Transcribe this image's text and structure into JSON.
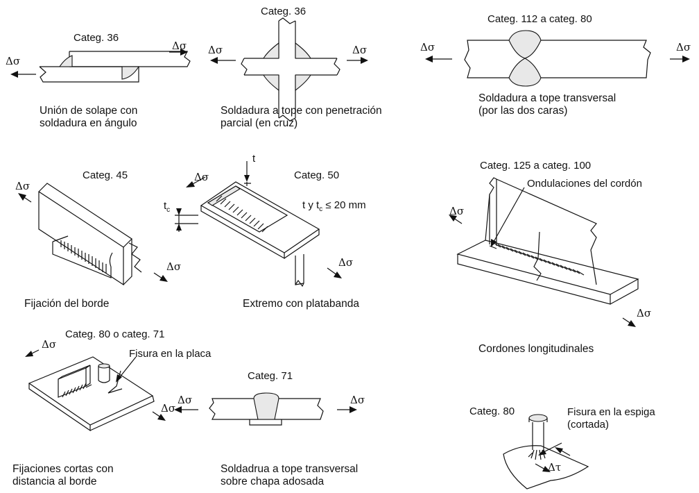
{
  "stress_range_symbol": "Δσ",
  "shear_range_symbol": "Δτ",
  "details": [
    {
      "category": "Categ. 36",
      "caption": [
        "Unión de solape con",
        "soldadura en ángulo"
      ]
    },
    {
      "category": "Categ. 36",
      "caption": [
        "Soldadura a tope con penetración",
        "parcial (en cruz)"
      ]
    },
    {
      "category": "Categ. 112 a categ. 80",
      "caption": [
        "Soldadura a tope transversal",
        "(por las dos caras)"
      ]
    },
    {
      "category": "Categ. 45",
      "caption": [
        "Fijación del borde"
      ]
    },
    {
      "category": "Categ. 50",
      "caption": [
        "Extremo con platabanda"
      ],
      "note": "t y t",
      "note_sub": "c",
      "note_tail": " ≤ 20 mm",
      "dim_t": "t",
      "dim_tc": "t",
      "dim_tc_sub": "c"
    },
    {
      "category": "Categ. 125 a categ. 100",
      "caption": [
        "Cordones longitudinales"
      ],
      "callout": "Ondulaciones del cordón"
    },
    {
      "category": "Categ. 80 o categ. 71",
      "caption": [
        "Fijaciones cortas con",
        "distancia al borde"
      ],
      "callout": "Fisura en la placa"
    },
    {
      "category": "Categ. 71",
      "caption": [
        "Soldadrua a tope transversal",
        "sobre chapa adosada"
      ]
    },
    {
      "category": "Categ. 80",
      "caption": [],
      "callout": [
        "Fisura en la espiga",
        "(cortada)"
      ]
    }
  ]
}
